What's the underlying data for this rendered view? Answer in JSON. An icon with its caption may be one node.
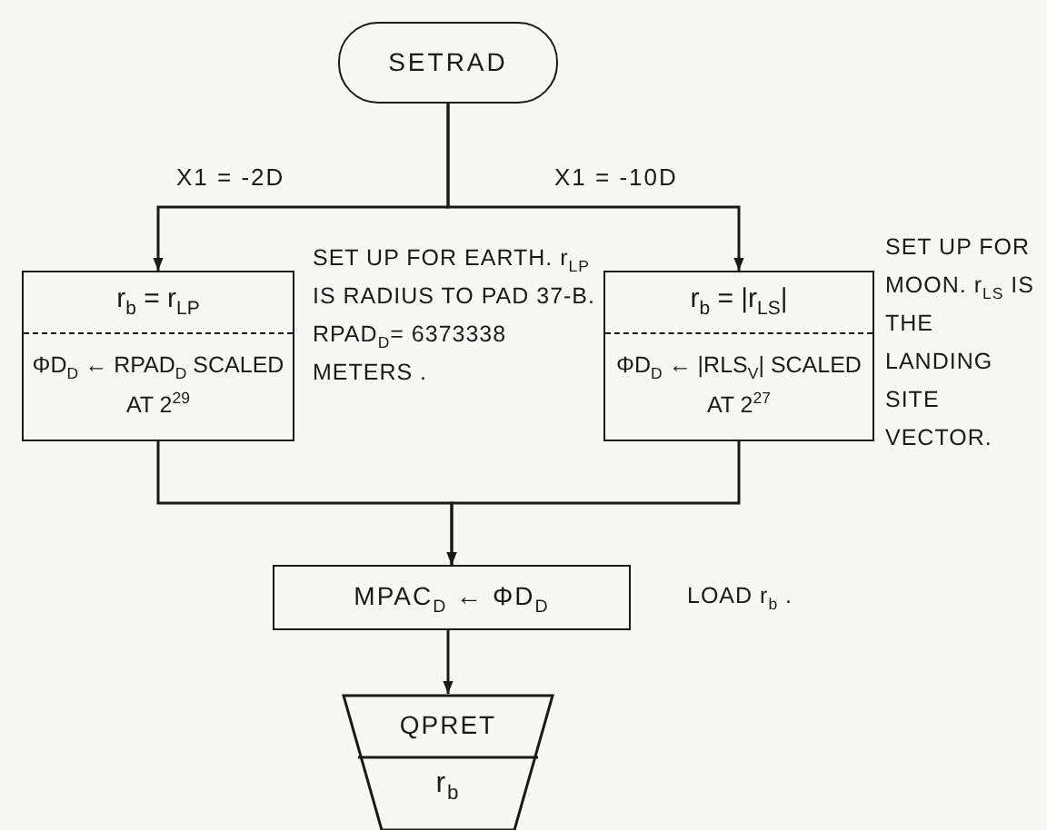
{
  "diagram": {
    "nodes": [
      {
        "text": [
          "SETRAD"
        ]
      },
      {
        "text": [
          "r$_{b}$ = r$_{LP}$",
          "ΦD$_{D}$ ← RPAD$_{D}$ SCALED AT 2$^{29}$"
        ],
        "beside": [
          "SET UP FOR EARTH. r$_{LP}$ IS RADIUS TO PAD 37-B. RPAD$_{D}$= 6373338 METERS ."
        ]
      },
      {
        "text": [
          "r$_{b}$ = |r$_{LS}$|",
          "ΦD$_{D}$ ← |RLS$_{V}$| SCALED AT 2$^{27}$"
        ],
        "beside": [
          "SET UP FOR MOON. r$_{LS}$ IS THE LANDING SITE VECTOR."
        ]
      },
      {
        "text": [
          "MPAC$_{D}$ ← ΦD$_{D}$"
        ],
        "beside": [
          "LOAD r$_{b}$ ."
        ]
      },
      {
        "text": [
          "QPRET",
          "r$_{b}$"
        ]
      }
    ],
    "edges": [
      {
        "from": 0,
        "to": 1,
        "arrow": "to",
        "label": "X1 = -2D"
      },
      {
        "from": 0,
        "to": 2,
        "arrow": "to",
        "label": "X1 = -10D"
      },
      {
        "from": 1,
        "to": 3,
        "arrow": "to"
      },
      {
        "from": 2,
        "to": 3,
        "arrow": "to"
      },
      {
        "from": 3,
        "to": 4,
        "arrow": "to"
      }
    ]
  }
}
